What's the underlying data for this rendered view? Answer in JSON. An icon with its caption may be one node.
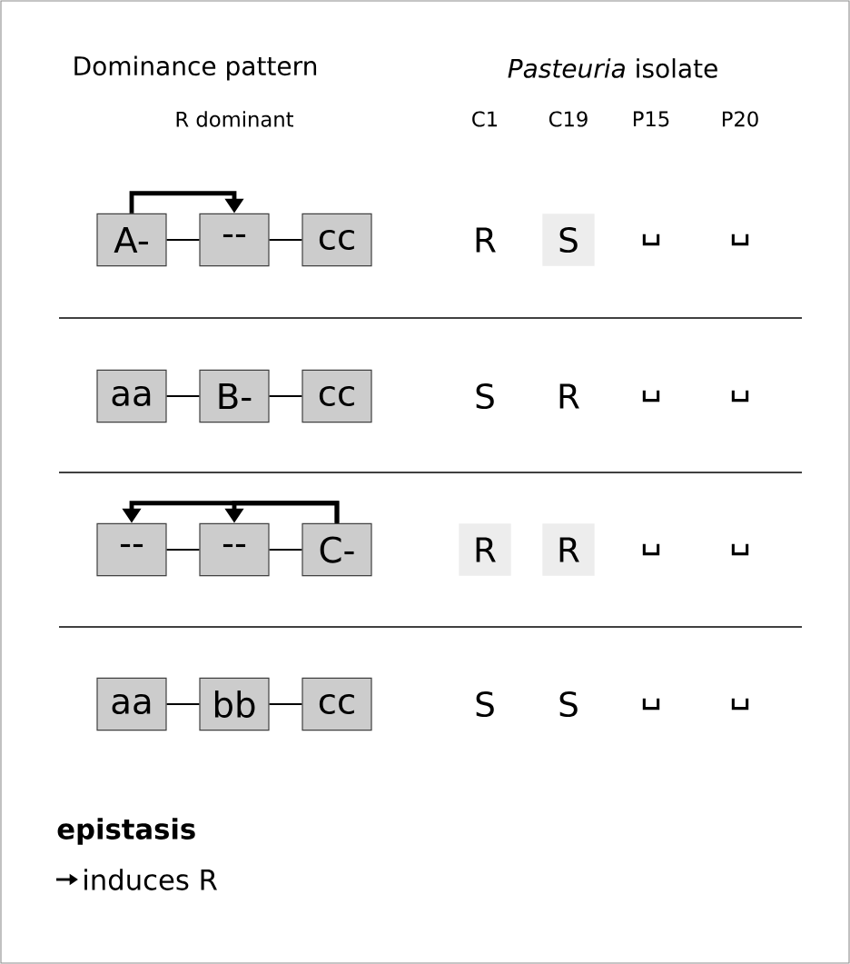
{
  "diagram": {
    "nodes": [
      {
        "text": [
          "A-"
        ]
      },
      {
        "text": [
          "--"
        ]
      },
      {
        "text": [
          "cc"
        ]
      },
      {
        "text": [
          "S"
        ]
      },
      {
        "text": [
          "aa"
        ]
      },
      {
        "text": [
          "B-"
        ]
      },
      {
        "text": [
          "cc"
        ]
      },
      {
        "text": [
          "--"
        ]
      },
      {
        "text": [
          "--"
        ]
      },
      {
        "text": [
          "C-"
        ]
      },
      {
        "text": [
          "R"
        ]
      },
      {
        "text": [
          "R"
        ]
      },
      {
        "text": [
          "aa"
        ]
      },
      {
        "text": [
          "bb"
        ]
      },
      {
        "text": [
          "cc"
        ]
      }
    ],
    "edges": [
      {
        "from": 0,
        "to": 1,
        "arrow": "none"
      },
      {
        "from": 1,
        "to": 2,
        "arrow": "none"
      },
      {
        "from": 0,
        "to": 1,
        "arrow": "to",
        "style": "thick"
      },
      {
        "from": 4,
        "to": 5,
        "arrow": "none"
      },
      {
        "from": 5,
        "to": 6,
        "arrow": "none"
      },
      {
        "from": 7,
        "to": 8,
        "arrow": "none"
      },
      {
        "from": 8,
        "to": 9,
        "arrow": "none"
      },
      {
        "from": 9,
        "to": 7,
        "arrow": "to",
        "style": "thick"
      },
      {
        "from": 9,
        "to": 8,
        "arrow": "to",
        "style": "thick"
      },
      {
        "from": 12,
        "to": 13,
        "arrow": "none"
      },
      {
        "from": 13,
        "to": 14,
        "arrow": "none"
      }
    ],
    "labels": [
      "Dominance pattern",
      "*Pasteuria* isolate",
      "R dominant",
      "C1",
      "C19",
      "P15",
      "P20",
      "R",
      "␣",
      "␣",
      "S",
      "R",
      "␣",
      "␣",
      "␣",
      "␣",
      "S",
      "S",
      "␣",
      "␣",
      "epistasis"
    ],
    "legend": [
      {
        "text": "induces R"
      }
    ]
  }
}
